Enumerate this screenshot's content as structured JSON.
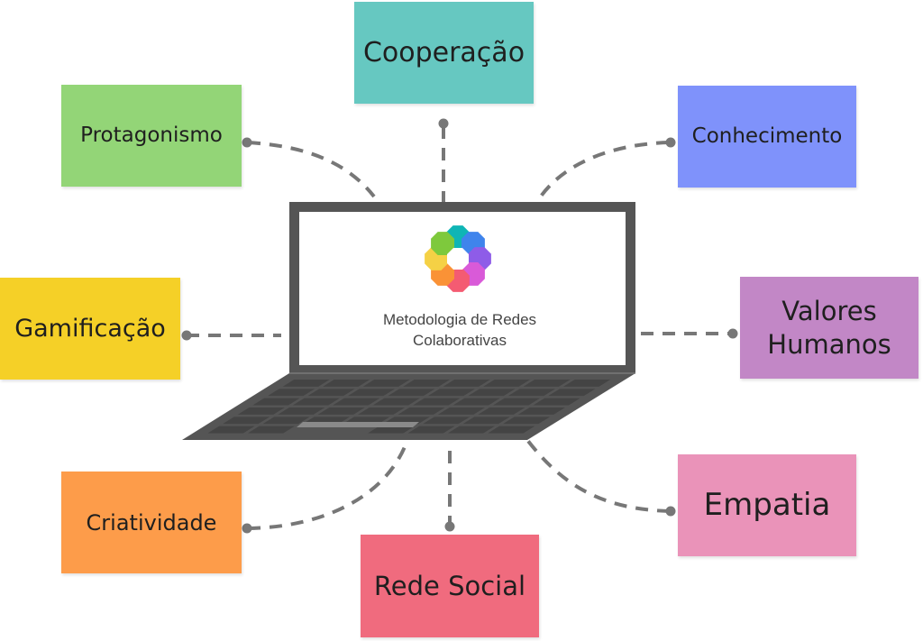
{
  "center": {
    "title_line1": "Metodologia de Redes",
    "title_line2": "Colaborativas",
    "logo": {
      "icon": "colorful-octagon-ring-logo",
      "petal_colors": [
        "#0fb5b5",
        "#3f84ec",
        "#8e5ce8",
        "#d95ad8",
        "#f45b72",
        "#fa9236",
        "#f5d145",
        "#7ec93c"
      ]
    },
    "device": "laptop-icon"
  },
  "nodes": [
    {
      "id": "cooperacao",
      "label": "Cooperação",
      "color": "#66c8c1"
    },
    {
      "id": "protagonismo",
      "label": "Protagonismo",
      "color": "#93d577"
    },
    {
      "id": "conhecimento",
      "label": "Conhecimento",
      "color": "#7f92fb"
    },
    {
      "id": "gamificacao",
      "label": "Gamificação",
      "color": "#f5d027"
    },
    {
      "id": "valores-humanos",
      "label": "Valores Humanos",
      "lines": [
        "Valores",
        "Humanos"
      ],
      "color": "#c287c6"
    },
    {
      "id": "criatividade",
      "label": "Criatividade",
      "color": "#fd9c4a"
    },
    {
      "id": "rede-social",
      "label": "Rede Social",
      "color": "#f06b7e"
    },
    {
      "id": "empatia",
      "label": "Empatia",
      "color": "#ea93b9"
    }
  ],
  "connector_color": "#777777"
}
